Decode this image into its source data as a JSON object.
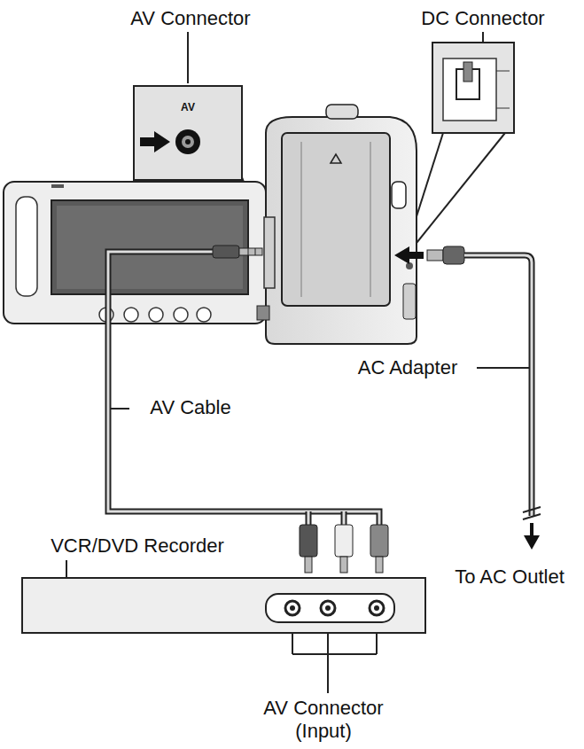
{
  "diagram": {
    "nodes": [
      {
        "text": [
          "AV"
        ]
      }
    ],
    "labels": [
      "AV Connector",
      "DC Connector",
      "AC Adapter",
      "AV Cable",
      "VCR/DVD Recorder",
      "To AC Outlet",
      "AV Connector (Input)"
    ]
  }
}
